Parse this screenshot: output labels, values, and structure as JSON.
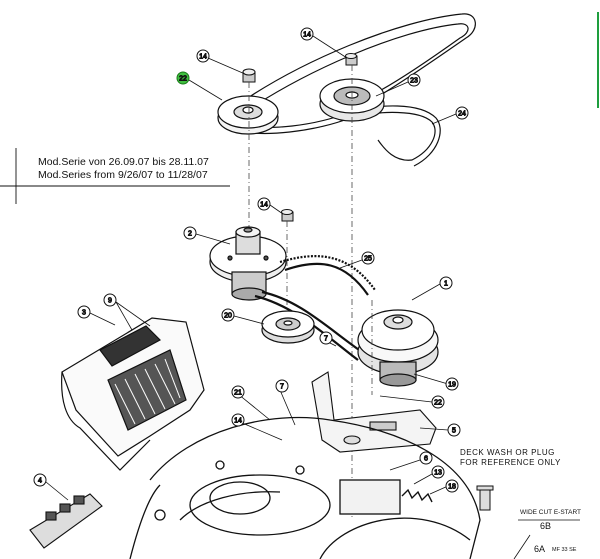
{
  "model_note": {
    "line1": "Mod.Serie von  26.09.07 bis  28.11.07",
    "line2": "Mod.Series from 9/26/07  to  11/28/07"
  },
  "deck_note": {
    "line1": "DECK WASH OR PLUG",
    "line2": "FOR REFERENCE ONLY"
  },
  "wide_cut": {
    "label": "WIDE CUT E-START",
    "code": "6B"
  },
  "bottom_ref": {
    "code": "6A",
    "suffix": "MF 33 SE"
  },
  "callouts": {
    "c14a": "14",
    "c14b": "14",
    "c14c": "14",
    "c14d": "14",
    "c22": "22",
    "c23": "23",
    "c24": "24",
    "c2": "2",
    "c25": "25",
    "c1": "1",
    "c9": "9",
    "c3": "3",
    "c20": "20",
    "c7a": "7",
    "c7b": "7",
    "c19": "19",
    "c21": "21",
    "c5": "5",
    "c22b": "22",
    "c13": "13",
    "c6": "6",
    "c18": "18",
    "c4": "4"
  },
  "colors": {
    "highlight": "#3fbf3f",
    "accent": "#1e9e3e",
    "line": "#111111"
  }
}
